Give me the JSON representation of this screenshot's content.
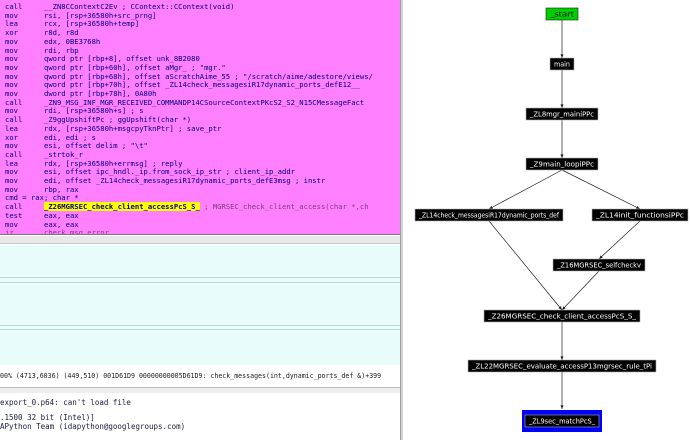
{
  "colors": {
    "asm_background": "#ff80ff",
    "highlight": "#ffff00",
    "start_node": "#00d000",
    "sink_node_border": "#0000ff"
  },
  "asm_lines": [
    {
      "mn": "call",
      "op": "__ZN8CContextC2Ev ; CContext::CContext(void)"
    },
    {
      "mn": "mov",
      "op": "rsi, [rsp+36580h+src_prng]"
    },
    {
      "mn": "lea",
      "op": "rcx, [rsp+36580h+temp]"
    },
    {
      "mn": "xor",
      "op": "r8d, r8d"
    },
    {
      "mn": "mov",
      "op": "edx, 0BE3768h"
    },
    {
      "mn": "mov",
      "op": "rdi, rbp"
    },
    {
      "mn": "mov",
      "op": "qword ptr [rbp+8], offset unk_8B2080"
    },
    {
      "mn": "mov",
      "op": "qword ptr [rbp+60h], offset aMgr_ ; \"mgr.\""
    },
    {
      "mn": "mov",
      "op": "qword ptr [rbp+68h], offset aScratchAime_55 ; \"/scratch/aime/adestore/views/"
    },
    {
      "mn": "mov",
      "op": "qword ptr [rbp+70h], offset _ZL14check_messagesiR17dynamic_ports_defE12__"
    },
    {
      "mn": "mov",
      "op": "dword ptr [rbp+78h], 0A80h"
    },
    {
      "mn": "call",
      "op": "_ZN9_MSG_INF_MGR_RECEIVED_COMMANDP14CSourceContextPKcS2_S2_N15CMessageFact"
    },
    {
      "mn": "mov",
      "op": "rdi, [rsp+36580h+s] ; s"
    },
    {
      "mn": "call",
      "op": "_Z9ggUpshiftPc ; ggUpshift(char *)"
    },
    {
      "mn": "lea",
      "op": "rdx, [rsp+36580h+msgcpyTknPtr] ; save_ptr"
    },
    {
      "mn": "xor",
      "op": "edi, edi ; s"
    },
    {
      "mn": "mov",
      "op": "esi, offset delim ; \"\\t\""
    },
    {
      "mn": "call",
      "op": "_strtok_r"
    },
    {
      "mn": "lea",
      "op": "rdx, [rsp+36580h+errmsg] ; reply"
    },
    {
      "mn": "mov",
      "op": "esi, offset ipc_hndl._ip.from_sock_ip_str ; client_ip_addr"
    },
    {
      "mn": "mov",
      "op": "edi, offset _ZL14check_messagesiR17dynamic_ports_defE3msg ; instr"
    },
    {
      "mn": "mov",
      "op": "rbp, rax"
    },
    {
      "mn": "cmd = rax",
      "op": "; char *"
    },
    {
      "mn": "call",
      "op": "_Z26MGRSEC_check_client_accessPcS_S_ ; MGRSEC_check_client_access(char *,ch"
    },
    {
      "mn": "test",
      "op": "eax, eax"
    },
    {
      "mn": "mov",
      "op": "eax, eax"
    },
    {
      "mn": "jz",
      "op": "check_msg_error"
    }
  ],
  "status_line": "00% (4713,6036) (449,510) 001D61D9 00000000005D61D9: check_messages(int,dynamic_ports_def &)+399",
  "output_lines": [
    "export_0.p64: can't load file",
    ".1500 32 bit (Intel)]",
    "APython Team (idapython@googlegroups.com)"
  ],
  "graph_nodes": [
    {
      "id": "start",
      "label": "_start"
    },
    {
      "id": "main",
      "label": "main"
    },
    {
      "id": "mgr_main",
      "label": "_ZL8mgr_mainiPPc"
    },
    {
      "id": "main_loop",
      "label": "_Z9main_loopiPPc"
    },
    {
      "id": "check_messages",
      "label": "_ZL14check_messagesiR17dynamic_ports_def"
    },
    {
      "id": "init_functions",
      "label": "_ZL14init_functionsiPPc"
    },
    {
      "id": "selfcheck",
      "label": "_Z16MGRSEC_selfcheckv"
    },
    {
      "id": "client_access",
      "label": "_Z26MGRSEC_check_client_accessPcS_S_"
    },
    {
      "id": "evaluate_access",
      "label": "_ZL22MGRSEC_evaluate_accessP13mgrsec_rule_tPi"
    },
    {
      "id": "match",
      "label": "_ZL9sec_matchPcS_"
    }
  ],
  "graph_edges": [
    [
      "start",
      "main"
    ],
    [
      "main",
      "mgr_main"
    ],
    [
      "mgr_main",
      "main_loop"
    ],
    [
      "main_loop",
      "check_messages"
    ],
    [
      "main_loop",
      "init_functions"
    ],
    [
      "check_messages",
      "client_access"
    ],
    [
      "init_functions",
      "selfcheck"
    ],
    [
      "selfcheck",
      "client_access"
    ],
    [
      "client_access",
      "evaluate_access"
    ],
    [
      "evaluate_access",
      "match"
    ]
  ]
}
